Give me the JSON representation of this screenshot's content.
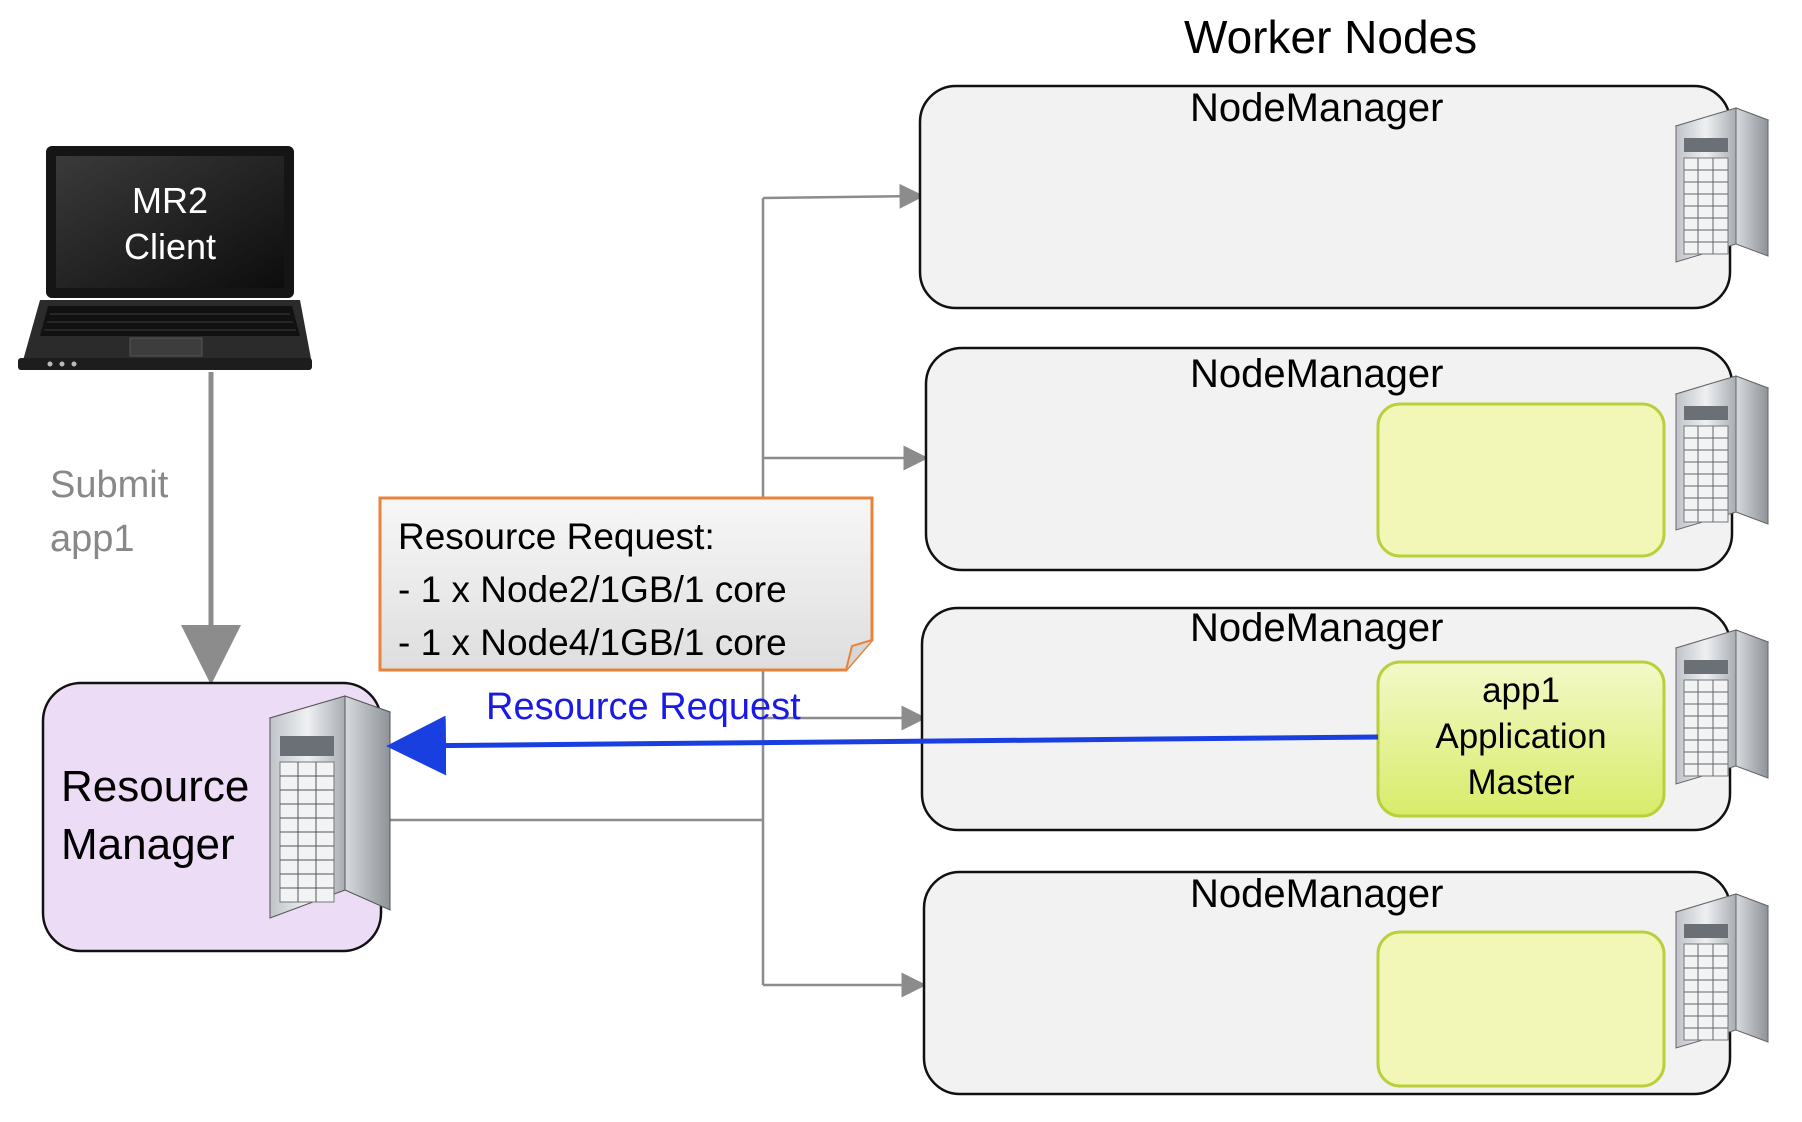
{
  "header": {
    "worker_nodes": "Worker Nodes"
  },
  "client": {
    "line1": "MR2",
    "line2": "Client"
  },
  "submit": {
    "line1": "Submit",
    "line2": "app1"
  },
  "resource_manager": {
    "line1": "Resource",
    "line2": "Manager"
  },
  "callout": {
    "title": "Resource Request:",
    "line1": "- 1 x Node2/1GB/1 core",
    "line2": "- 1 x Node4/1GB/1 core"
  },
  "request_arrow": {
    "label": "Resource Request"
  },
  "nodes": [
    {
      "title": "NodeManager",
      "container": "none"
    },
    {
      "title": "NodeManager",
      "container": "empty"
    },
    {
      "title": "NodeManager",
      "container": "app-master"
    },
    {
      "title": "NodeManager",
      "container": "empty"
    }
  ],
  "app_master": {
    "line1": "app1",
    "line2": "Application",
    "line3": "Master"
  },
  "icons": [
    "laptop-icon",
    "server-icon"
  ],
  "colors": {
    "node_fill": "#f2f2f2",
    "rm_fill": "#ecdcf5",
    "container_fill": "#f2f7b8",
    "app_master_fill": "#e2f08c",
    "callout_border": "#e8833a",
    "request_arrow": "#1a3fe0",
    "connector": "#8c8c8c"
  }
}
